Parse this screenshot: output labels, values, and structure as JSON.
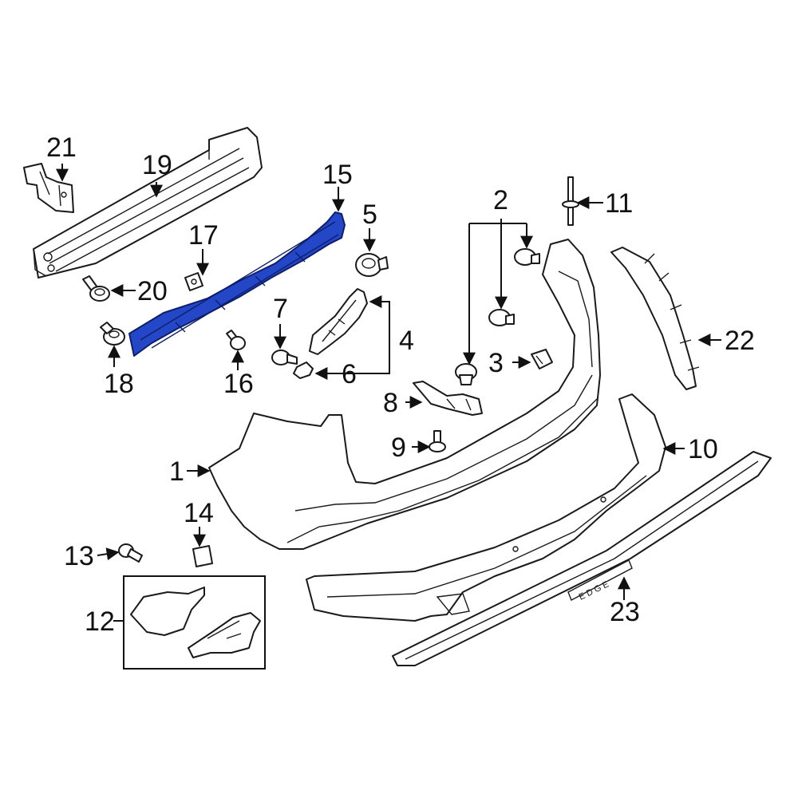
{
  "callouts": {
    "c1": "1",
    "c2": "2",
    "c3": "3",
    "c4": "4",
    "c5": "5",
    "c6": "6",
    "c7": "7",
    "c8": "8",
    "c9": "9",
    "c10": "10",
    "c11": "11",
    "c12": "12",
    "c13": "13",
    "c14": "14",
    "c15": "15",
    "c16": "16",
    "c17": "17",
    "c18": "18",
    "c19": "19",
    "c20": "20",
    "c21": "21",
    "c22": "22",
    "c23": "23"
  },
  "emblem_text": "EDGE",
  "highlighted_part": "15",
  "colors": {
    "highlight": "#2447c8",
    "line": "#1a1a1a",
    "background": "#ffffff"
  }
}
